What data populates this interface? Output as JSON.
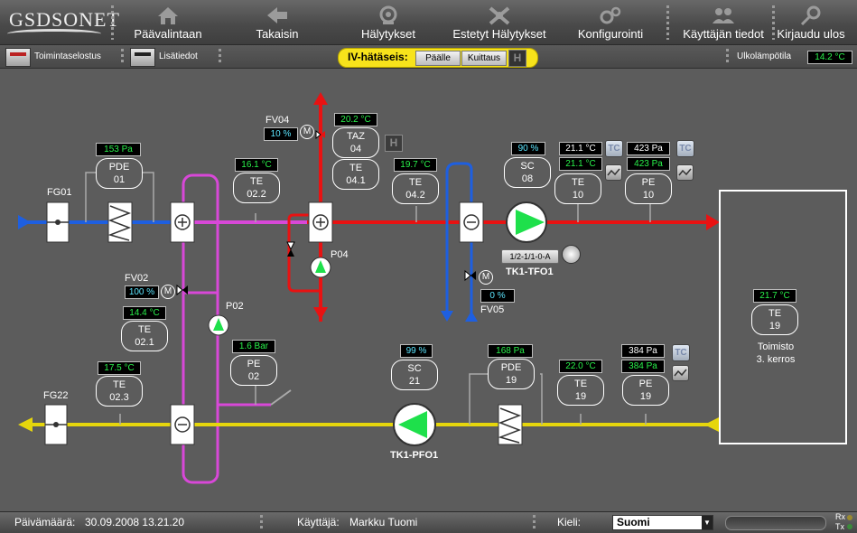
{
  "app": {
    "logo": "GSDSONET"
  },
  "nav": [
    {
      "label": "Päävalintaan",
      "icon": "home-icon"
    },
    {
      "label": "Takaisin",
      "icon": "back-arrow-icon"
    },
    {
      "label": "Hälytykset",
      "icon": "alarm-icon"
    },
    {
      "label": "Estetyt Hälytykset",
      "icon": "blocked-alarm-icon"
    },
    {
      "label": "Konfigurointi",
      "icon": "gears-icon"
    },
    {
      "label": "Käyttäjän tiedot",
      "icon": "users-icon"
    },
    {
      "label": "Kirjaudu ulos",
      "icon": "logout-key-icon"
    }
  ],
  "subbar": {
    "report_label": "Toimintaselostus",
    "info_label": "Lisätiedot",
    "iv_label": "IV-hätäseis:",
    "iv_on": "Päälle",
    "iv_ack": "Kuittaus",
    "iv_h": "H",
    "outdoor_label": "Ulkolämpötila",
    "outdoor_value": "14.2 °C"
  },
  "diagram": {
    "fg01": "FG01",
    "fg22": "FG22",
    "pde01": {
      "name": "PDE",
      "num": "01",
      "value": "153 Pa"
    },
    "te022": {
      "name": "TE",
      "num": "02.2",
      "value": "16.1 °C"
    },
    "fv04": {
      "label": "FV04",
      "value": "10 %",
      "m": "M"
    },
    "taz04": {
      "name": "TAZ",
      "num": "04",
      "value": "20.2 °C",
      "h": "H"
    },
    "te041": {
      "name": "TE",
      "num": "04.1"
    },
    "te042": {
      "name": "TE",
      "num": "04.2",
      "value": "19.7 °C"
    },
    "p04": "P04",
    "sc08": {
      "name": "SC",
      "num": "08",
      "value": "90 %"
    },
    "te10": {
      "name": "TE",
      "num": "10",
      "value1": "21.1 °C",
      "value2": "21.1 °C",
      "tc": "TC"
    },
    "pe10": {
      "name": "PE",
      "num": "10",
      "value1": "423 Pa",
      "value2": "423 Pa",
      "tc": "TC"
    },
    "tfo_selector": "1/2-1/1-0-A",
    "tfo_label": "TK1-TFO1",
    "fv05": {
      "label": "FV05",
      "value": "0 %",
      "m": "M"
    },
    "fv02": {
      "label": "FV02",
      "value": "100 %",
      "m": "M"
    },
    "p02": "P02",
    "te021": {
      "name": "TE",
      "num": "02.1",
      "value": "14.4 °C"
    },
    "pe02": {
      "name": "PE",
      "num": "02",
      "value": "1.6 Bar"
    },
    "te023": {
      "name": "TE",
      "num": "02.3",
      "value": "17.5 °C"
    },
    "sc21": {
      "name": "SC",
      "num": "21",
      "value": "99 %"
    },
    "pde19": {
      "name": "PDE",
      "num": "19",
      "value": "168 Pa"
    },
    "te19a": {
      "name": "TE",
      "num": "19",
      "value": "22.0 °C"
    },
    "pe19": {
      "name": "PE",
      "num": "19",
      "value1": "384 Pa",
      "value2": "384 Pa",
      "tc": "TC"
    },
    "pfo_label": "TK1-PFO1",
    "room": {
      "te_name": "TE",
      "te_num": "19",
      "value": "21.7 °C",
      "line1": "Toimisto",
      "line2": "3. kerros"
    }
  },
  "status": {
    "date_label": "Päivämäärä:",
    "date_value": "30.09.2008 13.21.20",
    "user_label": "Käyttäjä:",
    "user_value": "Markku Tuomi",
    "lang_label": "Kieli:",
    "lang_value": "Suomi",
    "rx": "Rx",
    "tx": "Tx"
  },
  "colors": {
    "supply": "#e81212",
    "exhaust": "#e6d60c",
    "outdoor": "#1e5fe0",
    "heating": "#d848d8",
    "pump": "#1ee04b",
    "bg": "#5c5c5c"
  }
}
